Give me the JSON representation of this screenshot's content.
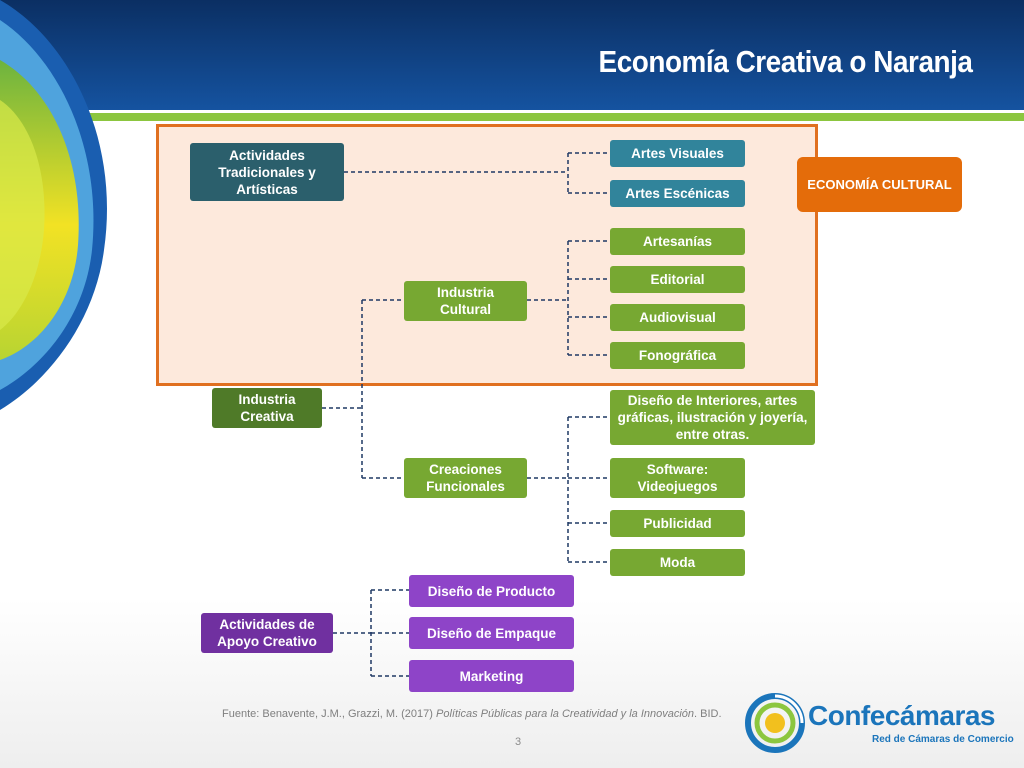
{
  "slide": {
    "title": "Economía Creativa o Naranja",
    "page_number": "3"
  },
  "colors": {
    "header_blue": "#1553a0",
    "stripe_green": "#8cc63f",
    "frame_orange": "#e07020",
    "frame_fill": "#fde9dc",
    "teal": "#31849b",
    "green": "#77a832",
    "purple": "#8e44c8",
    "connector": "#1f3864"
  },
  "diagram": {
    "economia_cultural": "ECONOMÍA CULTURAL",
    "tradicionales": {
      "label": "Actividades Tradicionales y Artísticas",
      "children": [
        "Artes Visuales",
        "Artes Escénicas"
      ]
    },
    "industria_creativa": "Industria Creativa",
    "industria_cultural": {
      "label": "Industria Cultural",
      "children": [
        "Artesanías",
        "Editorial",
        "Audiovisual",
        "Fonográfica"
      ]
    },
    "creaciones_funcionales": {
      "label": "Creaciones Funcionales",
      "children": [
        "Diseño de Interiores, artes gráficas, ilustración y joyería, entre otras.",
        "Software: Videojuegos",
        "Publicidad",
        "Moda"
      ]
    },
    "apoyo_creativo": {
      "label": "Actividades de Apoyo Creativo",
      "children": [
        "Diseño de Producto",
        "Diseño de Empaque",
        "Marketing"
      ]
    }
  },
  "source": {
    "prefix": "Fuente: Benavente, J.M., Grazzi, M. (2017)",
    "italic": "Políticas Públicas para la Creatividad y la Innovación",
    "suffix": ". BID."
  },
  "logo": {
    "name": "Confecámaras",
    "tagline": "Red de Cámaras de Comercio"
  }
}
